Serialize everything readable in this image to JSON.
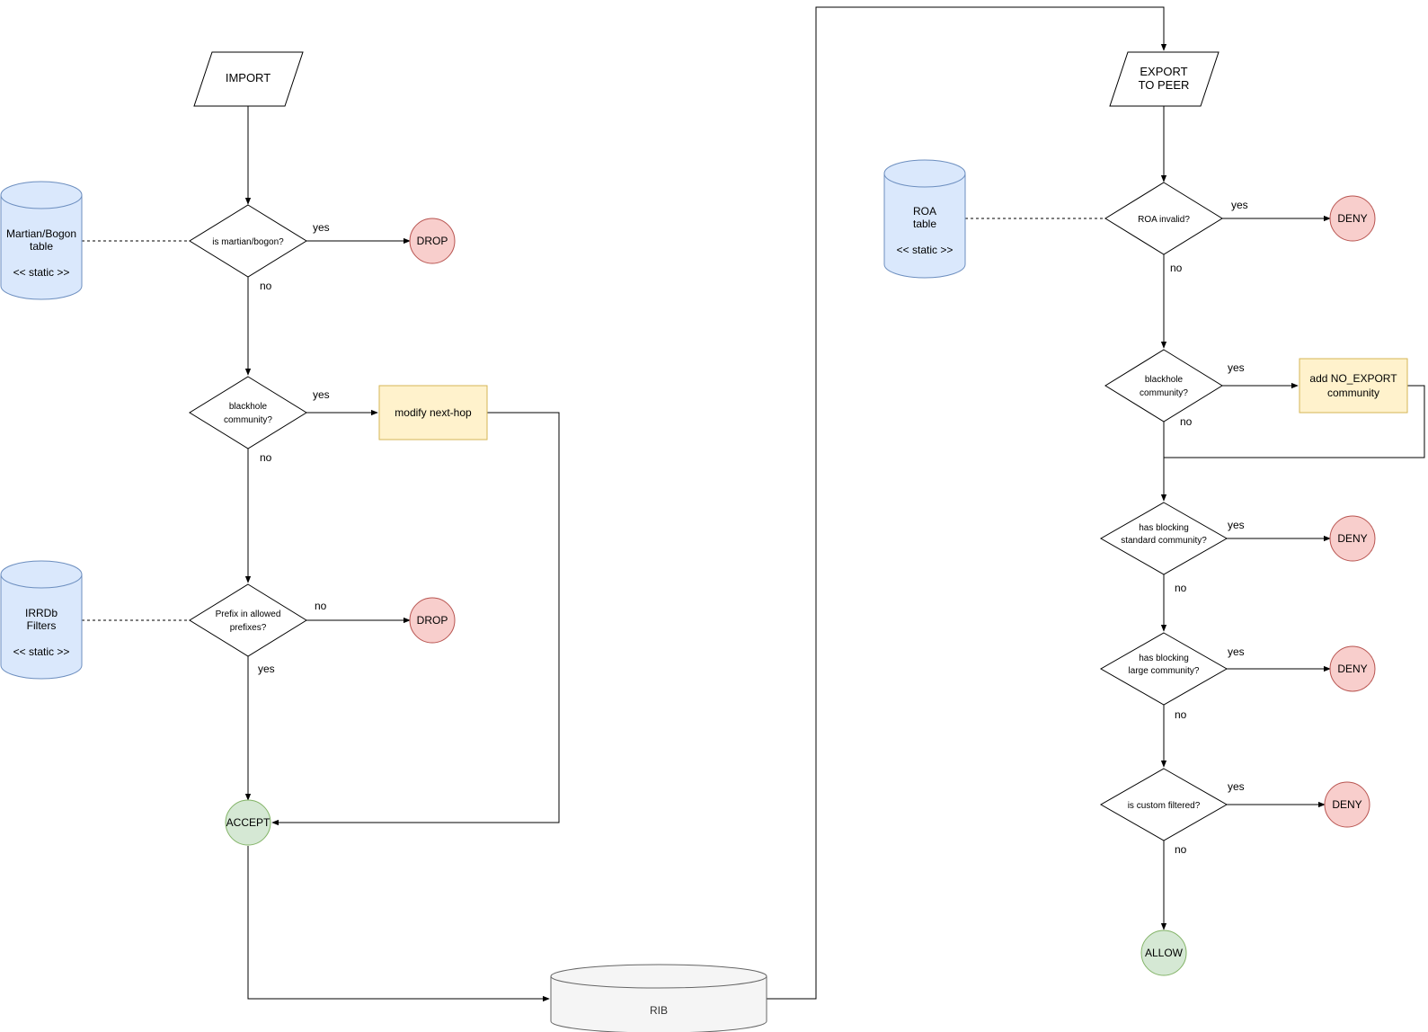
{
  "import": {
    "label": "IMPORT"
  },
  "export": {
    "line1": "EXPORT",
    "line2": "TO PEER"
  },
  "martian_table": {
    "line1": "Martian/Bogon",
    "line2": "table",
    "line3": "<< static >>"
  },
  "irrdb_filters": {
    "line1": "IRRDb",
    "line2": "Filters",
    "line3": "<< static >>"
  },
  "roa_table": {
    "line1": "ROA",
    "line2": "table",
    "line3": "<< static >>"
  },
  "rib": {
    "label": "RIB"
  },
  "import_checks": {
    "martian": {
      "label": "is martian/bogon?",
      "yes": "yes",
      "no": "no",
      "result": "DROP"
    },
    "blackhole": {
      "line1": "blackhole",
      "line2": "community?",
      "yes": "yes",
      "no": "no",
      "action": "modify next-hop"
    },
    "prefix": {
      "line1": "Prefix in allowed",
      "line2": "prefixes?",
      "no": "no",
      "yes": "yes",
      "result": "DROP"
    },
    "accept": "ACCEPT"
  },
  "export_checks": {
    "roa": {
      "label": "ROA invalid?",
      "yes": "yes",
      "no": "no",
      "result": "DENY"
    },
    "blackhole": {
      "line1": "blackhole",
      "line2": "community?",
      "yes": "yes",
      "no": "no",
      "action_line1": "add NO_EXPORT",
      "action_line2": "community"
    },
    "standard": {
      "line1": "has blocking",
      "line2": "standard community?",
      "yes": "yes",
      "no": "no",
      "result": "DENY"
    },
    "large": {
      "line1": "has blocking",
      "line2": "large community?",
      "yes": "yes",
      "no": "no",
      "result": "DENY"
    },
    "custom": {
      "label": "is custom filtered?",
      "yes": "yes",
      "no": "no",
      "result": "DENY"
    },
    "allow": "ALLOW"
  }
}
